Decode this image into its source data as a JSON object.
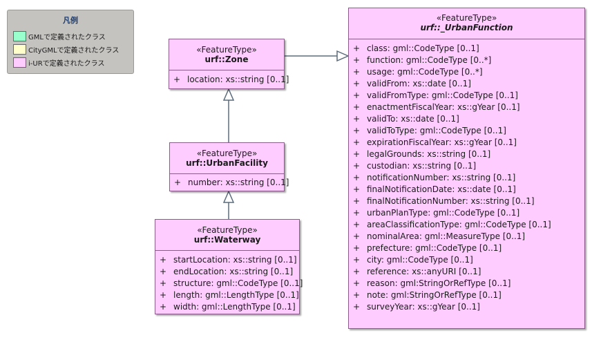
{
  "legend": {
    "title": "凡例",
    "items": [
      {
        "label": "GMLで定義されたクラス",
        "color": "#99ffcc"
      },
      {
        "label": "CityGMLで定義されたクラス",
        "color": "#ffffcc"
      },
      {
        "label": "i-URで定義されたクラス",
        "color": "#ffccff"
      }
    ]
  },
  "classes": {
    "zone": {
      "stereotype": "«FeatureType»",
      "name": "urf::Zone",
      "attributes": [
        {
          "vis": "+",
          "text": "location: xs::string [0..1]"
        }
      ]
    },
    "urban_facility": {
      "stereotype": "«FeatureType»",
      "name": "urf::UrbanFacility",
      "attributes": [
        {
          "vis": "+",
          "text": "number: xs::string [0..1]"
        }
      ]
    },
    "waterway": {
      "stereotype": "«FeatureType»",
      "name": "urf::Waterway",
      "attributes": [
        {
          "vis": "+",
          "text": "startLocation: xs::string [0..1]"
        },
        {
          "vis": "+",
          "text": "endLocation: xs::string [0..1]"
        },
        {
          "vis": "+",
          "text": "structure: gml::CodeType [0..1]"
        },
        {
          "vis": "+",
          "text": "length: gml::LengthType [0..1]"
        },
        {
          "vis": "+",
          "text": "width: gml::LengthType [0..1]"
        }
      ]
    },
    "urban_function": {
      "stereotype": "«FeatureType»",
      "name": "urf::_UrbanFunction",
      "attributes": [
        {
          "vis": "+",
          "text": "class: gml::CodeType [0..1]"
        },
        {
          "vis": "+",
          "text": "function: gml::CodeType [0..*]"
        },
        {
          "vis": "+",
          "text": "usage: gml::CodeType [0..*]"
        },
        {
          "vis": "+",
          "text": "validFrom: xs::date [0..1]"
        },
        {
          "vis": "+",
          "text": "validFromType: gml::CodeType [0..1]"
        },
        {
          "vis": "+",
          "text": "enactmentFiscalYear: xs::gYear [0..1]"
        },
        {
          "vis": "+",
          "text": "validTo: xs::date [0..1]"
        },
        {
          "vis": "+",
          "text": "validToType: gml::CodeType [0..1]"
        },
        {
          "vis": "+",
          "text": "expirationFiscalYear: xs::gYear [0..1]"
        },
        {
          "vis": "+",
          "text": "legalGrounds: xs::string [0..1]"
        },
        {
          "vis": "+",
          "text": "custodian: xs::string [0..1]"
        },
        {
          "vis": "+",
          "text": "notificationNumber: xs::string [0..1]"
        },
        {
          "vis": "+",
          "text": "finalNotificationDate: xs::date [0..1]"
        },
        {
          "vis": "+",
          "text": "finalNotificationNumber: xs::string [0..1]"
        },
        {
          "vis": "+",
          "text": "urbanPlanType: gml::CodeType [0..1]"
        },
        {
          "vis": "+",
          "text": "areaClassificationType: gml::CodeType [0..1]"
        },
        {
          "vis": "+",
          "text": "nominalArea: gml::MeasureType [0..1]"
        },
        {
          "vis": "+",
          "text": "prefecture: gml::CodeType [0..1]"
        },
        {
          "vis": "+",
          "text": "city: gml::CodeType [0..1]"
        },
        {
          "vis": "+",
          "text": "reference: xs::anyURI [0..1]"
        },
        {
          "vis": "+",
          "text": "reason: gml:StringOrRefType [0..1]"
        },
        {
          "vis": "+",
          "text": "note: gml:StringOrRefType [0..1]"
        },
        {
          "vis": "+",
          "text": "surveyYear: xs::gYear [0..1]"
        }
      ]
    }
  }
}
